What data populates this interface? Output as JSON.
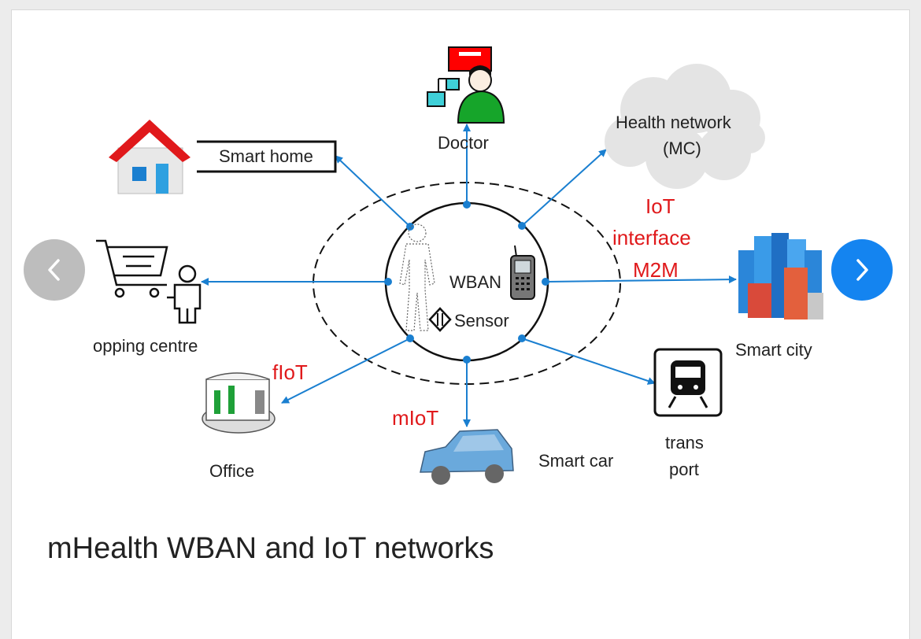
{
  "figure": {
    "nodes": {
      "doctor": "Doctor",
      "health_network_line1": "Health network",
      "health_network_line2": "(MC)",
      "smart_home": "Smart home",
      "shopping_centre": "opping centre",
      "smart_city": "Smart city",
      "office": "Office",
      "smart_car": "Smart car",
      "transport_line1": "trans",
      "transport_line2": "port",
      "wban": "WBAN",
      "sensor": "Sensor"
    },
    "red_labels": {
      "iot": "IoT",
      "interface": "interface",
      "m2m": "M2M",
      "fiot": "fIoT",
      "miot": "mIoT"
    }
  },
  "caption": "mHealth WBAN and IoT networks",
  "colors": {
    "arrow": "#1a7fd0",
    "red_text": "#e0191b",
    "next_button": "#1484f0",
    "prev_button": "#bdbdbd"
  },
  "icons": {
    "prev": "chevron-left-icon",
    "next": "chevron-right-icon"
  }
}
